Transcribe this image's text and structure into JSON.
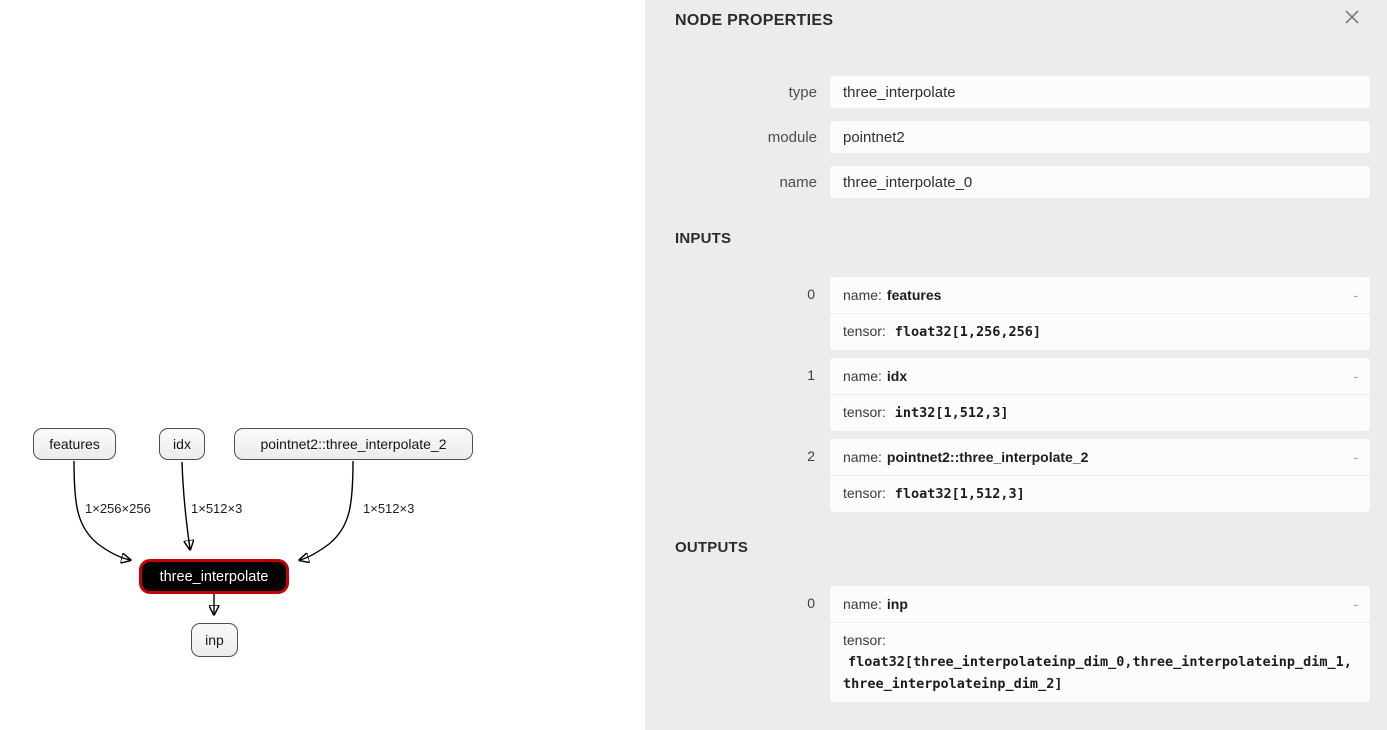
{
  "panel": {
    "title": "NODE PROPERTIES",
    "sections": {
      "inputs": "INPUTS",
      "outputs": "OUTPUTS"
    },
    "fields": {
      "type": {
        "label": "type",
        "value": "three_interpolate"
      },
      "module": {
        "label": "module",
        "value": "pointnet2"
      },
      "name": {
        "label": "name",
        "value": "three_interpolate_0"
      }
    },
    "name_label": "name:",
    "tensor_label": "tensor:",
    "collapse_glyph": "-",
    "inputs": [
      {
        "index": "0",
        "name": "features",
        "tensor": "float32[1,256,256]"
      },
      {
        "index": "1",
        "name": "idx",
        "tensor": "int32[1,512,3]"
      },
      {
        "index": "2",
        "name": "pointnet2::three_interpolate_2",
        "tensor": "float32[1,512,3]"
      }
    ],
    "outputs": [
      {
        "index": "0",
        "name": "inp",
        "tensor": "float32[three_interpolateinp_dim_0,three_interpolateinp_dim_1,three_interpolateinp_dim_2]"
      }
    ]
  },
  "graph": {
    "nodes": {
      "features": "features",
      "idx": "idx",
      "pointnet2": "pointnet2::three_interpolate_2",
      "selected": "three_interpolate",
      "inp": "inp"
    },
    "edge_labels": {
      "features": "1×256×256",
      "idx": "1×512×3",
      "pointnet2": "1×512×3"
    }
  },
  "colors": {
    "panel_bg": "#ececec",
    "box_bg": "#fcfcfc",
    "selected_node_bg": "#000000",
    "selected_node_border": "#c40000"
  }
}
